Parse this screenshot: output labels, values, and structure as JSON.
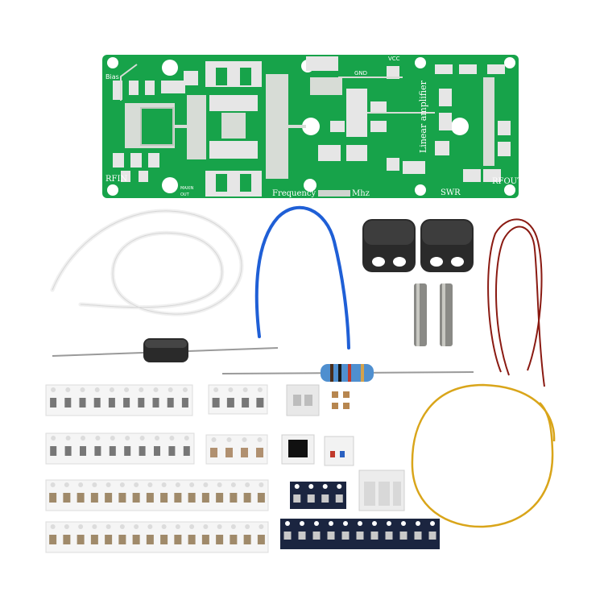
{
  "pcb": {
    "labels": {
      "bias": "Bias",
      "rfin": "RFIN",
      "rfout": "RFOUT",
      "swr": "SWR",
      "gnd": "GND",
      "vcc": "VCC",
      "maxin": "MAXIN",
      "out": "OUT",
      "linear": "Linear amplifier",
      "frequency": "Frequency",
      "mhz": "Mhz"
    },
    "colors": {
      "board": "#17a34a",
      "pad": "#e6e6e6",
      "trace": "#d7dcd6"
    }
  },
  "parts": {
    "white_coax": {
      "color": "#f2f2f2"
    },
    "blue_wire": {
      "color": "#1f5fd6"
    },
    "red_wire": {
      "color": "#8a1a12"
    },
    "yellow_wire": {
      "color": "#d9a51a"
    },
    "ferrite": {
      "color": "#2a2a2a"
    },
    "resistor_body": {
      "color": "#4f8fcf"
    },
    "tape_white": {
      "color": "#f5f5f5"
    },
    "tape_black": {
      "color": "#1b2540"
    }
  }
}
